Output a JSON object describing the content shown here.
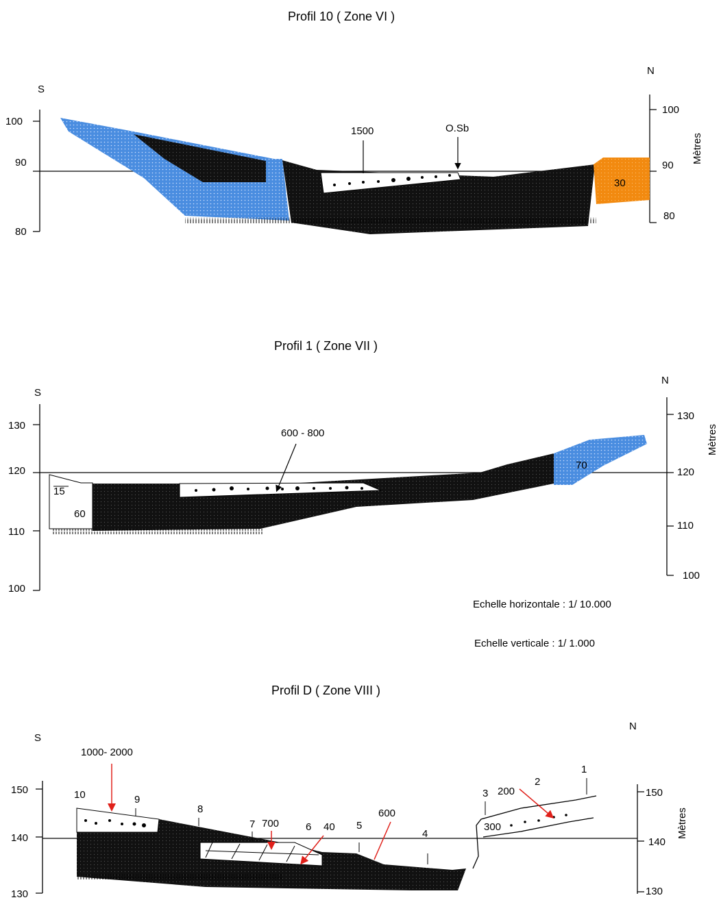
{
  "colors": {
    "blue_unit": "#4a8de0",
    "orange_unit": "#f28a10",
    "dark_unit": "#000000",
    "red_arrow": "#e0201a"
  },
  "profile_10": {
    "title": "Profil    10  ( Zone VI )",
    "south": "S",
    "north": "N",
    "left_ticks": [
      "100",
      "90",
      "80"
    ],
    "right_ticks": [
      "100",
      "90",
      "80"
    ],
    "unit_label": "Mètres",
    "labels": {
      "value_1500": "1500",
      "osb": "O.Sb",
      "value_30": "30"
    }
  },
  "profile_1": {
    "title": "Profil    1  ( Zone  VII )",
    "south": "S",
    "north": "N",
    "left_ticks": [
      "130",
      "120",
      "110",
      "100"
    ],
    "right_ticks": [
      "130",
      "120",
      "110",
      "100"
    ],
    "unit_label": "Mètres",
    "labels": {
      "range_600_800": "600 - 800",
      "value_15": "15",
      "value_60": "60",
      "value_70": "70"
    },
    "scale_horizontal": "Echelle horizontale : 1/ 10.000",
    "scale_vertical": "Echelle verticale : 1/ 1.000"
  },
  "profile_d": {
    "title": "Profil  D   ( Zone  VIII )",
    "south": "S",
    "north": "N",
    "left_ticks": [
      "150",
      "140",
      "130"
    ],
    "right_ticks": [
      "150",
      "140",
      "130"
    ],
    "unit_label": "Mètres",
    "labels": {
      "range_1000_2000": "1000- 2000",
      "n10": "10",
      "n9": "9",
      "n8": "8",
      "n7": "7",
      "v700": "700",
      "n6": "6",
      "v40": "40",
      "n5": "5",
      "v600": "600",
      "n4": "4",
      "n3": "3",
      "v200": "200",
      "n2": "2",
      "n1": "1",
      "v300": "300"
    }
  }
}
